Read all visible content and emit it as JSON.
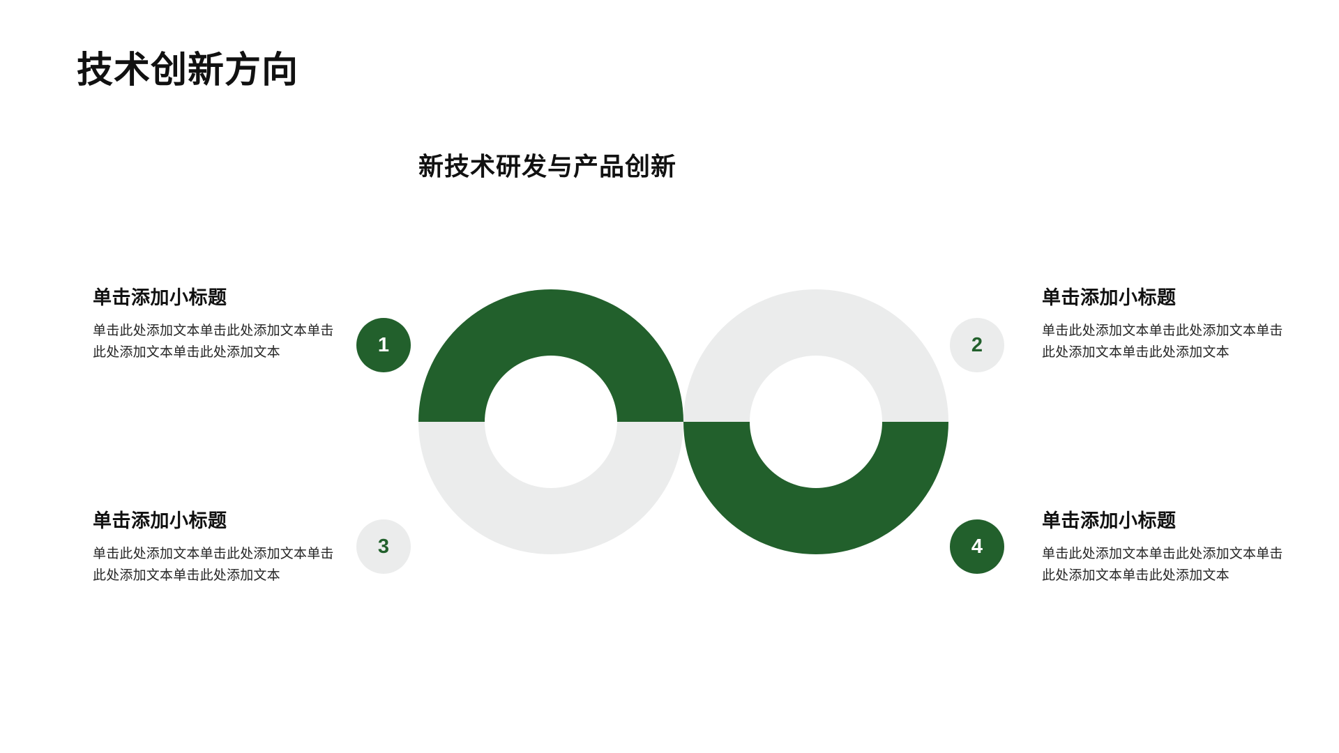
{
  "page": {
    "title": "技术创新方向",
    "subtitle": "新技术研发与产品创新"
  },
  "theme": {
    "accent_green": "#22602c",
    "light_gray": "#ebecec",
    "background": "#ffffff",
    "text_dark": "#111111"
  },
  "graphic": {
    "type": "double-donut-infinity",
    "left_ring": {
      "top_half_color": "#22602c",
      "bottom_half_color": "#ebecec"
    },
    "right_ring": {
      "top_half_color": "#ebecec",
      "bottom_half_color": "#22602c"
    }
  },
  "items": [
    {
      "number": "1",
      "badge_style": "green",
      "heading": "单击添加小标题",
      "body": "单击此处添加文本单击此处添加文本单击此处添加文本单击此处添加文本"
    },
    {
      "number": "2",
      "badge_style": "gray",
      "heading": "单击添加小标题",
      "body": "单击此处添加文本单击此处添加文本单击此处添加文本单击此处添加文本"
    },
    {
      "number": "3",
      "badge_style": "gray",
      "heading": "单击添加小标题",
      "body": "单击此处添加文本单击此处添加文本单击此处添加文本单击此处添加文本"
    },
    {
      "number": "4",
      "badge_style": "green",
      "heading": "单击添加小标题",
      "body": "单击此处添加文本单击此处添加文本单击此处添加文本单击此处添加文本"
    }
  ]
}
